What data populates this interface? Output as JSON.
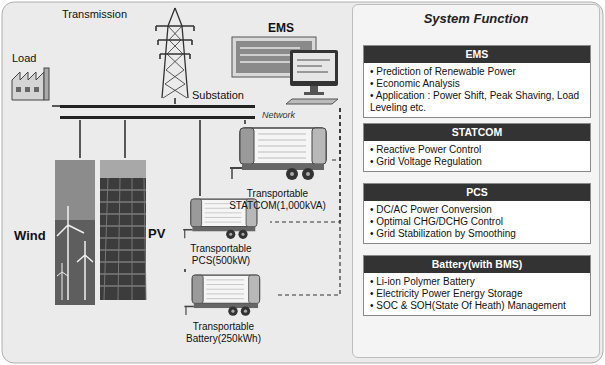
{
  "diagram": {
    "nodes": [
      {
        "text": [
          "Load"
        ]
      },
      {
        "text": [
          "Transmission"
        ]
      },
      {
        "text": [
          "EMS"
        ]
      },
      {
        "text": [
          "Substation"
        ]
      },
      {
        "text": [
          "Transportable STATCOM(1,000kVA)"
        ]
      },
      {
        "text": [
          "Wind"
        ]
      },
      {
        "text": [
          "PV"
        ]
      },
      {
        "text": [
          "Transportable PCS(500kW)"
        ]
      },
      {
        "text": [
          "Transportable Battery(250kWh)"
        ]
      },
      {
        "text": [
          "System Function"
        ]
      },
      {
        "text": [
          "EMS",
          "• Prediction of Renewable Power",
          "• Economic Analysis",
          "• Application : Power Shift, Peak Shaving, Load Leveling etc."
        ],
        "in": 9
      },
      {
        "text": [
          "STATCOM",
          "• Reactive Power Control",
          "• Grid Voltage Regulation"
        ],
        "in": 9
      },
      {
        "text": [
          "PCS",
          "• DC/AC Power Conversion",
          "• Optimal CHG/DCHG Control",
          "• Grid Stabilization by Smoothing"
        ],
        "in": 9
      },
      {
        "text": [
          "Battery(with BMS)",
          "• Li-ion Polymer Battery",
          "• Electricity Power Energy Storage",
          "• SOC & SOH(State Of Heath) Management"
        ],
        "in": 9
      }
    ],
    "edges": [
      {
        "from": 1,
        "to": 3,
        "arrow": "none"
      },
      {
        "from": 0,
        "to": 3,
        "arrow": "none"
      },
      {
        "from": 3,
        "to": 4,
        "arrow": "none"
      },
      {
        "from": 5,
        "to": 3,
        "arrow": "none"
      },
      {
        "from": 6,
        "to": 3,
        "arrow": "none"
      },
      {
        "from": 3,
        "to": 7,
        "arrow": "none"
      },
      {
        "from": 7,
        "to": 8,
        "arrow": "none"
      },
      {
        "from": 2,
        "to": 4,
        "arrow": "none"
      },
      {
        "from": 2,
        "to": 7,
        "arrow": "none"
      },
      {
        "from": 2,
        "to": 8,
        "arrow": "none"
      }
    ],
    "labels": [
      "Network"
    ]
  }
}
